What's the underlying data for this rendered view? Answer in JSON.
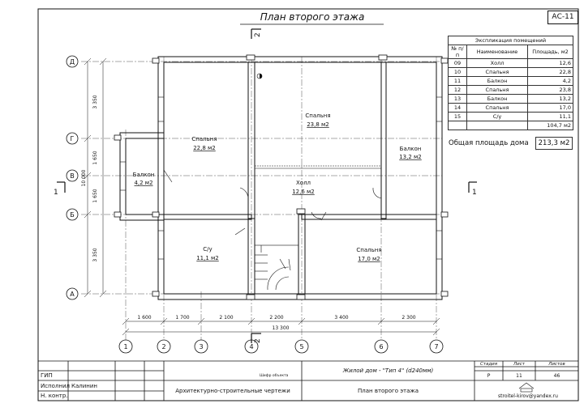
{
  "sheet": {
    "title": "План второго этажа",
    "code": "АС-11"
  },
  "explication": {
    "caption": "Экспликация помещений",
    "columns": [
      "№ п/п",
      "Наименование",
      "Площадь, м2"
    ],
    "rows": [
      {
        "num": "09",
        "name": "Холл",
        "area": "12,6"
      },
      {
        "num": "10",
        "name": "Спальня",
        "area": "22,8"
      },
      {
        "num": "11",
        "name": "Балкон",
        "area": "4,2"
      },
      {
        "num": "12",
        "name": "Спальня",
        "area": "23,8"
      },
      {
        "num": "13",
        "name": "Балкон",
        "area": "13,2"
      },
      {
        "num": "14",
        "name": "Спальня",
        "area": "17,0"
      },
      {
        "num": "15",
        "name": "С/у",
        "area": "11,1"
      }
    ],
    "sum": "104,7 м2"
  },
  "total": {
    "label": "Общая площадь дома",
    "value": "213,3 м2"
  },
  "rooms": [
    {
      "name": "Спальня",
      "area": "22,8 м2"
    },
    {
      "name": "Спальня",
      "area": "23,8 м2"
    },
    {
      "name": "Балкон",
      "area": "13,2 м2"
    },
    {
      "name": "Балкон",
      "area": "4,2 м2"
    },
    {
      "name": "Холл",
      "area": "12,6 м2"
    },
    {
      "name": "С/у",
      "area": "11,1 м2"
    },
    {
      "name": "Спальня",
      "area": "17,0 м2"
    }
  ],
  "axes": {
    "letters": [
      "Д",
      "Г",
      "В",
      "Б",
      "А"
    ],
    "numbers": [
      "1",
      "2",
      "3",
      "4",
      "5",
      "6",
      "7"
    ]
  },
  "dims": {
    "left": [
      "3 350",
      "1 650",
      "1 650",
      "3 350"
    ],
    "left_total": "10 000",
    "bottom": [
      "1 600",
      "1 700",
      "2 100",
      "2 200",
      "3 400",
      "2 300"
    ],
    "bottom_total": "13 300"
  },
  "cuts": {
    "c2": "2",
    "c1": "1"
  },
  "title_block": {
    "project": "Жилой дом - \"Тип 4\"  (d240мм)",
    "section": "Архитектурно-строительные чертежи",
    "sheet_name": "План второго этажа",
    "object_code": "Шифр объекта",
    "roles": [
      "ГИП",
      "Исполнил",
      "Н. контр."
    ],
    "author": "Калинин",
    "stage_label": "Стадия",
    "stage": "Р",
    "sheet_label": "Лист",
    "sheet_no": "11",
    "sheets_label": "Листов",
    "sheets_total": "46",
    "email": "stroitel-kirov@yandex.ru"
  }
}
